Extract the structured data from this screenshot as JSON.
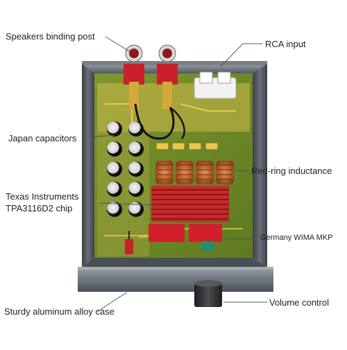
{
  "labels": {
    "speakers_binding_post": "Speakers binding post",
    "rca_input": "RCA input",
    "japan_capacitors": "Japan capacitors",
    "red_ring_inductance": "Red-ring inductance",
    "texas_instruments_line1": "Texas Instruments",
    "texas_instruments_line2": "TPA3116D2 chip",
    "germany_wima_mkp": "Germany WIMA MKP",
    "sturdy_case": "Sturdy aluminum alloy case",
    "volume_control": "Volume control"
  },
  "board_markings": {
    "hifi": "HIFI"
  },
  "colors": {
    "pcb_green": "#6f8a2a",
    "gold_trace": "#c9a83a",
    "case_aluminum": "#5b5f66",
    "heatsink_red": "#c62a2a",
    "wima_red": "#d11f2b",
    "leader_line": "#555555"
  }
}
